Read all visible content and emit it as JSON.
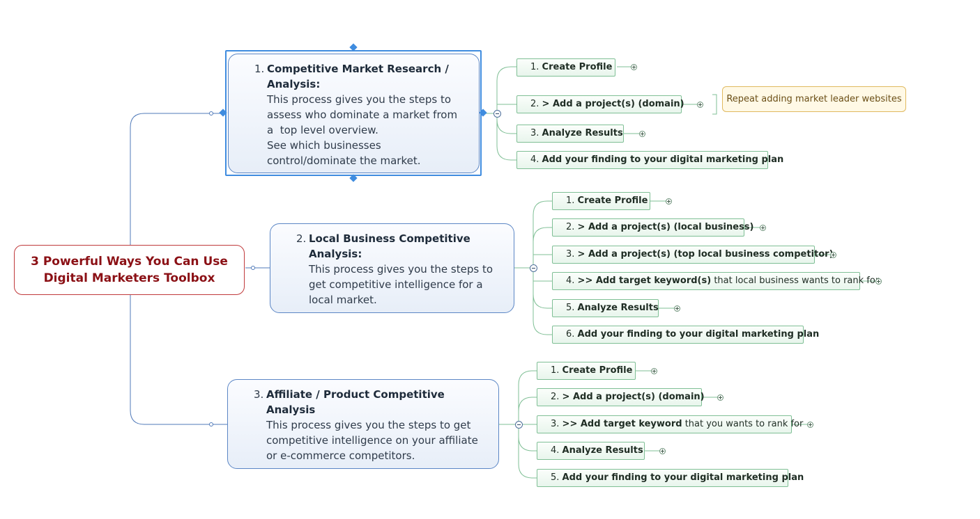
{
  "root": {
    "line1": "3 Powerful Ways You Can Use",
    "line2": "Digital Marketers Toolbox"
  },
  "topics": [
    {
      "num": "1.",
      "title_lines": [
        "Competitive Market Research /",
        "Analysis:"
      ],
      "body_lines": [
        "This process gives you the steps to",
        "assess who dominate a market from",
        "a  top level overview.",
        "See which businesses",
        "control/dominate the market."
      ]
    },
    {
      "num": "2.",
      "title_lines": [
        "Local Business Competitive",
        "Analysis:"
      ],
      "body_lines": [
        "This process gives you the steps to",
        "get competitive intelligence for a",
        "local market."
      ]
    },
    {
      "num": "3.",
      "title_lines": [
        "Affiliate / Product Competitive",
        "Analysis"
      ],
      "body_lines": [
        "This process gives you the steps to get",
        "competitive intelligence on your affiliate",
        "or e-commerce competitors."
      ]
    }
  ],
  "subtopics": {
    "group1": [
      {
        "num": "1.",
        "bold": "Create Profile",
        "rest": ""
      },
      {
        "num": "2.",
        "bold": "> Add a project(s) (domain)",
        "rest": ""
      },
      {
        "num": "3.",
        "bold": "Analyze Results",
        "rest": ""
      },
      {
        "num": "4.",
        "bold": "Add your finding to your digital marketing plan",
        "rest": ""
      }
    ],
    "group2": [
      {
        "num": "1.",
        "bold": "Create Profile",
        "rest": ""
      },
      {
        "num": "2.",
        "bold": "> Add a project(s) (local business)",
        "rest": ""
      },
      {
        "num": "3.",
        "bold": "> Add a project(s) (top local business competitor)",
        "rest": ""
      },
      {
        "num": "4.",
        "bold": ">> Add target keyword(s)",
        "rest": " that local business wants to rank for"
      },
      {
        "num": "5.",
        "bold": "Analyze Results",
        "rest": ""
      },
      {
        "num": "6.",
        "bold": "Add your finding to your digital marketing plan",
        "rest": ""
      }
    ],
    "group3": [
      {
        "num": "1.",
        "bold": "Create Profile",
        "rest": ""
      },
      {
        "num": "2.",
        "bold": "> Add a project(s) (domain)",
        "rest": ""
      },
      {
        "num": "3.",
        "bold": ">> Add target keyword",
        "rest": " that you wants to rank for"
      },
      {
        "num": "4.",
        "bold": "Analyze Results",
        "rest": ""
      },
      {
        "num": "5.",
        "bold": "Add your finding to your digital marketing plan",
        "rest": ""
      }
    ]
  },
  "note": "Repeat adding market leader websites"
}
